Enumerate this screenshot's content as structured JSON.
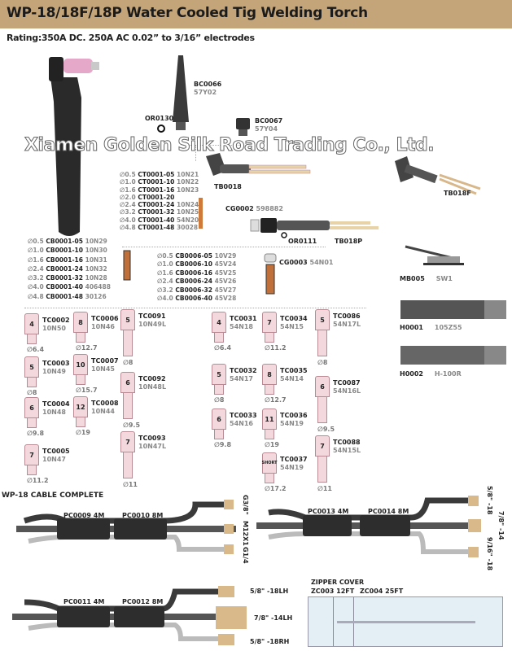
{
  "header": {
    "title": "WP-18/18F/18P Water Cooled Tig Welding Torch",
    "rating": "Rating:350A DC. 250A AC 0.02” to 3/16” electrodes"
  },
  "parts": {
    "bc0066": {
      "code": "BC0066",
      "alt": "57Y02"
    },
    "or0130": {
      "code": "OR0130"
    },
    "bc0067": {
      "code": "BC0067",
      "alt": "57Y04"
    },
    "tb0018": {
      "code": "TB0018"
    },
    "tb018f": {
      "code": "TB018F"
    },
    "cg0002": {
      "code": "CG0002",
      "alt": "598882"
    },
    "or0111": {
      "code": "OR0111"
    },
    "tb018p": {
      "code": "TB018P"
    },
    "cg0003": {
      "code": "CG0003",
      "alt": "54N01"
    },
    "mb005": {
      "code": "MB005",
      "alt": "SW1"
    },
    "h0001": {
      "code": "H0001",
      "alt": "105Z55"
    },
    "h0002": {
      "code": "H0002",
      "alt": "H-100R"
    }
  },
  "collets": [
    {
      "d": "∅0.5",
      "code": "CT0001-05",
      "alt": "10N21"
    },
    {
      "d": "∅1.0",
      "code": "CT0001-10",
      "alt": "10N22"
    },
    {
      "d": "∅1.6",
      "code": "CT0001-16",
      "alt": "10N23"
    },
    {
      "d": "∅2.0",
      "code": "CT0001-20",
      "alt": ""
    },
    {
      "d": "∅2.4",
      "code": "CT0001-24",
      "alt": "10N24"
    },
    {
      "d": "∅3.2",
      "code": "CT0001-32",
      "alt": "10N25"
    },
    {
      "d": "∅4.0",
      "code": "CT0001-40",
      "alt": "54N20"
    },
    {
      "d": "∅4.8",
      "code": "CT0001-48",
      "alt": "30028"
    }
  ],
  "collet_bodies": [
    {
      "d": "∅0.5",
      "code": "CB0001-05",
      "alt": "10N29"
    },
    {
      "d": "∅1.0",
      "code": "CB0001-10",
      "alt": "10N30"
    },
    {
      "d": "∅1.6",
      "code": "CB0001-16",
      "alt": "10N31"
    },
    {
      "d": "∅2.4",
      "code": "CB0001-24",
      "alt": "10N32"
    },
    {
      "d": "∅3.2",
      "code": "CB0001-32",
      "alt": "10N28"
    },
    {
      "d": "∅4.0",
      "code": "CB0001-40",
      "alt": "406488"
    },
    {
      "d": "∅4.8",
      "code": "CB0001-48",
      "alt": "30126"
    }
  ],
  "gas_lens": [
    {
      "d": "∅0.5",
      "code": "CB0006-05",
      "alt": "10V29"
    },
    {
      "d": "∅1.0",
      "code": "CB0006-10",
      "alt": "45V24"
    },
    {
      "d": "∅1.6",
      "code": "CB0006-16",
      "alt": "45V25"
    },
    {
      "d": "∅2.4",
      "code": "CB0006-24",
      "alt": "45V26"
    },
    {
      "d": "∅3.2",
      "code": "CB0006-32",
      "alt": "45V27"
    },
    {
      "d": "∅4.0",
      "code": "CB0006-40",
      "alt": "45V28"
    }
  ],
  "cups": [
    {
      "code": "TC0002",
      "alt": "10N50",
      "size": "4",
      "dia": "∅6.4"
    },
    {
      "code": "TC0003",
      "alt": "10N49",
      "size": "5",
      "dia": "∅8"
    },
    {
      "code": "TC0004",
      "alt": "10N48",
      "size": "6",
      "dia": "∅9.8"
    },
    {
      "code": "TC0005",
      "alt": "10N47",
      "size": "7",
      "dia": "∅11.2"
    },
    {
      "code": "TC0006",
      "alt": "10N46",
      "size": "8",
      "dia": "∅12.7"
    },
    {
      "code": "TC0007",
      "alt": "10N45",
      "size": "10",
      "dia": "∅15.7"
    },
    {
      "code": "TC0008",
      "alt": "10N44",
      "size": "12",
      "dia": "∅19"
    },
    {
      "code": "TC0091",
      "alt": "10N49L",
      "size": "5",
      "dia": "∅8"
    },
    {
      "code": "TC0092",
      "alt": "10N48L",
      "size": "6",
      "dia": "∅9.5"
    },
    {
      "code": "TC0093",
      "alt": "10N47L",
      "size": "7",
      "dia": "∅11"
    },
    {
      "code": "TC0031",
      "alt": "54N18",
      "size": "4",
      "dia": "∅6.4"
    },
    {
      "code": "TC0032",
      "alt": "54N17",
      "size": "5",
      "dia": "∅8"
    },
    {
      "code": "TC0033",
      "alt": "54N16",
      "size": "6",
      "dia": "∅9.8"
    },
    {
      "code": "TC0034",
      "alt": "54N15",
      "size": "7",
      "dia": "∅11.2"
    },
    {
      "code": "TC0035",
      "alt": "54N14",
      "size": "8",
      "dia": "∅12.7"
    },
    {
      "code": "TC0036",
      "alt": "54N19",
      "size": "11",
      "dia": "∅19"
    },
    {
      "code": "TC0037",
      "alt": "54N19",
      "size": "SHORT",
      "dia": "∅17.2"
    },
    {
      "code": "TC0086",
      "alt": "54N17L",
      "size": "5",
      "dia": "∅8"
    },
    {
      "code": "TC0087",
      "alt": "54N16L",
      "size": "6",
      "dia": "∅9.5"
    },
    {
      "code": "TC0088",
      "alt": "54N15L",
      "size": "7",
      "dia": "∅11"
    }
  ],
  "watermark": "Xiamen Golden Silk Road Trading Co., Ltd.",
  "cables": {
    "section_title": "WP-18 CABLE COMPLETE",
    "a": {
      "left": "PC0009  4M",
      "right": "PC0010  8M",
      "fittings": [
        "G3/8\"",
        "M12X1",
        "G1/4"
      ]
    },
    "b": {
      "left": "PC0013  4M",
      "right": "PC0014  8M",
      "fittings": [
        "5/8\" -18",
        "7/8\" -14",
        "9/16\" -18"
      ]
    },
    "c": {
      "left": "PC0011  4M",
      "right": "PC0012  8M",
      "fittings": [
        "5/8\" -18LH",
        "7/8\" -14LH",
        "5/8\" -18RH"
      ]
    }
  },
  "zipper": {
    "title": "ZIPPER COVER",
    "a": "ZC003 12FT",
    "b": "ZC004 25FT"
  }
}
